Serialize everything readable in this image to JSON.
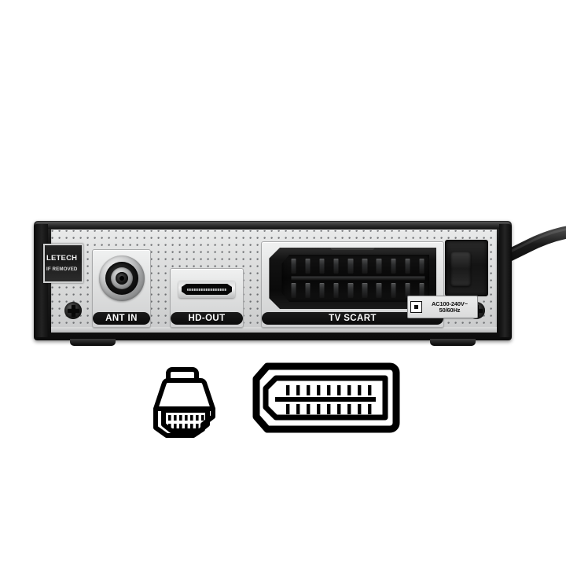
{
  "product": {
    "type": "set-top-box-rear-panel",
    "description": "Rear panel of a digital TV receiver / set-top box",
    "chassis_color": "#111111",
    "panel_color": "#dedfdf"
  },
  "sticker": {
    "line1": "LETECH",
    "line2": "IF REMOVED"
  },
  "ports": [
    {
      "id": "ant-in",
      "label": "ANT IN",
      "kind": "coaxial-iec-female"
    },
    {
      "id": "hd-out",
      "label": "HD-OUT",
      "kind": "hdmi-type-a"
    },
    {
      "id": "tv-scart",
      "label": "TV SCART",
      "kind": "scart-21-pin"
    }
  ],
  "power": {
    "label_line1": "AC100-240V~",
    "label_line2": "50/60Hz",
    "symbol": "class-ii-double-insulation",
    "cable": "fixed-black-mains-cable"
  },
  "hardware": {
    "screws": 2,
    "feet": 2,
    "scart_pins_per_row": 10
  },
  "icons": [
    {
      "id": "hdmi-connector-icon",
      "alt": "HDMI plug connector outline"
    },
    {
      "id": "scart-connector-icon",
      "alt": "SCART connector outline"
    }
  ],
  "colors": {
    "ink": "#000000",
    "panel_dot": "#6d6f72",
    "label_bar": "#0a0a0a",
    "label_text": "#ffffff"
  }
}
